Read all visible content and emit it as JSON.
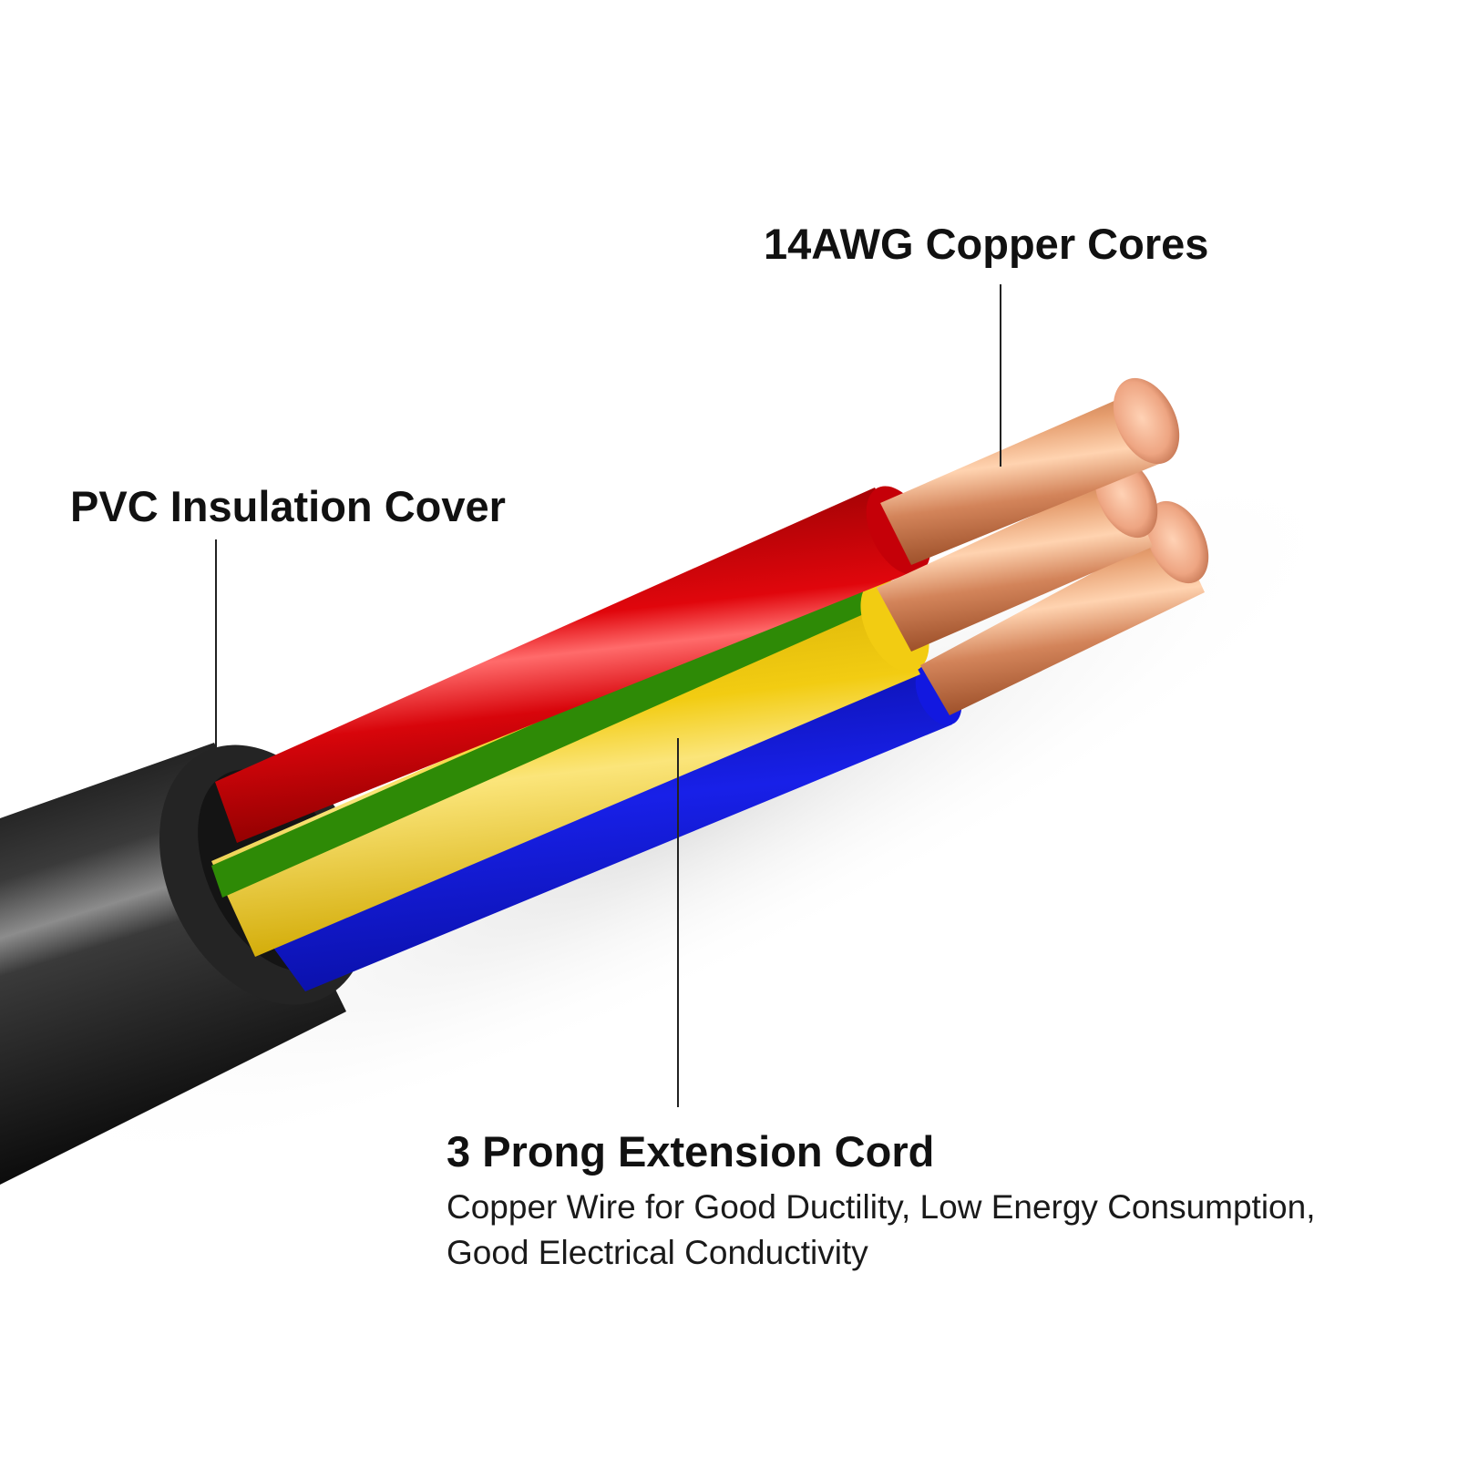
{
  "callouts": {
    "copper_cores": "14AWG Copper Cores",
    "pvc_cover": "PVC Insulation Cover",
    "extension_cord": "3 Prong Extension Cord"
  },
  "description": {
    "line1": "Copper Wire for Good Ductility, Low Energy Consumption,",
    "line2": "Good Electrical Conductivity"
  },
  "colors": {
    "jacket": "#1a1a1a",
    "red_wire": "#d8050b",
    "green_yellow_wire_green": "#2e8a06",
    "green_yellow_wire_yellow": "#f2cc12",
    "blue_wire": "#1218e0",
    "copper": "#d68a5e",
    "leader_line": "#222222"
  }
}
